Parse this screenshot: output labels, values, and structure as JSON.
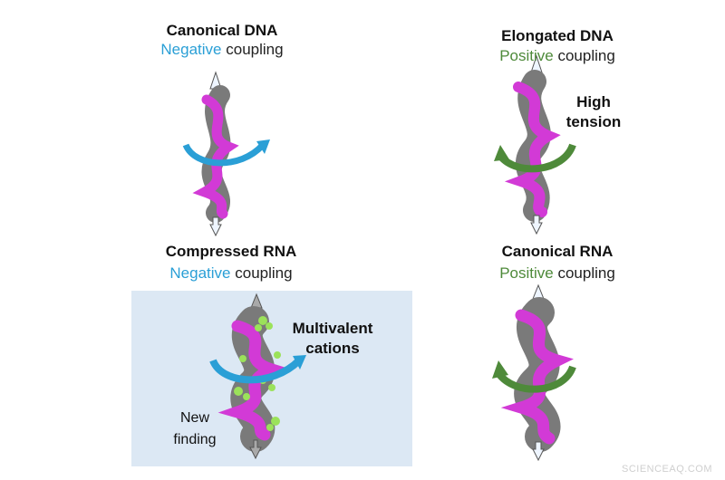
{
  "panels": {
    "top_left": {
      "title": "Canonical DNA",
      "coupling_word": "Negative",
      "coupling_rest": " coupling"
    },
    "top_right": {
      "title": "Elongated DNA",
      "coupling_word": "Positive",
      "coupling_rest": " coupling",
      "note_line1": "High",
      "note_line2": "tension"
    },
    "bottom_left": {
      "title": "Compressed RNA",
      "coupling_word": "Negative",
      "coupling_rest": " coupling",
      "note_line1": "Multivalent",
      "note_line2": "cations",
      "finding_line1": "New",
      "finding_line2": "finding"
    },
    "bottom_right": {
      "title": "Canonical RNA",
      "coupling_word": "Positive",
      "coupling_rest": " coupling"
    }
  },
  "colors": {
    "negative": "#2a9fd6",
    "positive": "#4e8a3a",
    "helix_backbone": "#d23ad6",
    "helix_core": "#7a7a7a",
    "cation": "#9be25a",
    "highlight_box": "#dce8f4"
  },
  "watermark": "SCIENCEAQ.COM"
}
